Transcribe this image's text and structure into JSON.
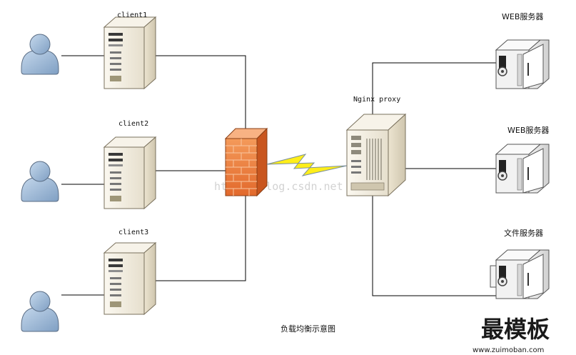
{
  "clients": [
    {
      "label": "client1"
    },
    {
      "label": "client2"
    },
    {
      "label": "client3"
    }
  ],
  "proxy": {
    "label": "Nginx proxy"
  },
  "servers": [
    {
      "label": "WEB服务器"
    },
    {
      "label": "WEB服务器"
    },
    {
      "label": "文件服务器"
    }
  ],
  "caption": "负载均衡示意图",
  "watermark": "http://blog.csdn.net",
  "brand": {
    "name": "最模板",
    "url": "www.zuimoban.com"
  },
  "colors": {
    "user": "#9bb8d8",
    "firewall": "#ee7b3e",
    "bolt": "#ffee1a",
    "server_case": "#f1ebdd"
  },
  "icons": {
    "user": "user-icon",
    "server": "server-tower-icon",
    "firewall": "firewall-brick-icon",
    "link": "lightning-link-icon",
    "web_server": "web-server-cabinet-icon"
  }
}
